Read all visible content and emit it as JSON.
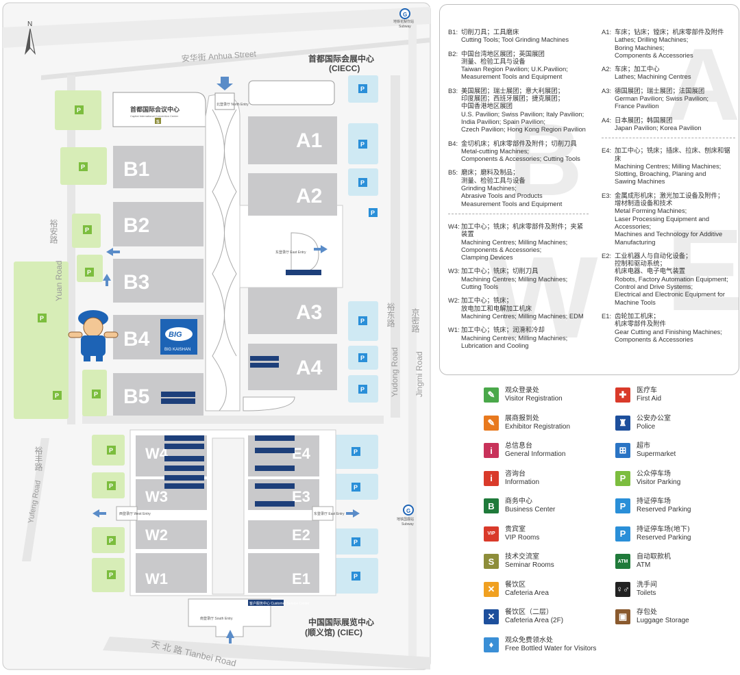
{
  "map": {
    "north": "N",
    "roads": {
      "anhua": "安华街 Anhua Street",
      "yuan_cn": "裕安路",
      "yuan_en": "Yuan Road",
      "yudong_cn": "裕东路",
      "yudong_en": "Yudong Road",
      "jingmi_cn": "京密路",
      "jingmi_en": "Jingmi Road",
      "yufeng_cn": "裕丰路",
      "yufeng_en": "Yufeng Road",
      "tianbei": "天 北 路 Tianbei Road"
    },
    "subway": [
      {
        "cn": "地铁花梨坎站",
        "en": "Subway"
      },
      {
        "cn": "地铁国展站",
        "en": "Subway"
      }
    ],
    "venues": {
      "ciecc_cn": "首都国际会展中心",
      "ciecc_en": "(CIECC)",
      "cicc_cn": "首都国际会议中心",
      "cicc_en": "Capital International Convention Center",
      "ciec_cn": "中国国际展览中心",
      "ciec_en": "(顺义馆) (CIEC)"
    },
    "entries": {
      "north": "北登录厅 North Entry",
      "east": "东登录厅 East Entry",
      "west": "西登录厅 West Entry",
      "east2": "东登录厅 East Entry",
      "south": "南登录厅 South Entry",
      "service": "客户服务中心 Customer Service Center"
    },
    "halls": [
      "A1",
      "A2",
      "A3",
      "A4",
      "B1",
      "B2",
      "B3",
      "B4",
      "B5",
      "W4",
      "W3",
      "W2",
      "W1",
      "E4",
      "E3",
      "E2",
      "E1"
    ],
    "big_logo": "BIG KAISHAN",
    "parking_label": "P",
    "seminar_label": "S"
  },
  "halls_left": [
    {
      "code": "B1:",
      "desc": "切削刀具；工具磨床\nCutting Tools; Tool Grinding Machines"
    },
    {
      "code": "B2:",
      "desc": "中国台湾地区展团；英国展团\n测量、检验工具与设备\nTaiwan Region Pavilion; U.K.Pavilion;\nMeasurement Tools and Equipment"
    },
    {
      "code": "B3:",
      "desc": "美国展团；瑞士展团；意大利展团；\n印度展团；西班牙展团；捷克展团；\n中国香港地区展团\nU.S. Pavilion; Swiss Pavilion; Italy Pavilion;\nIndia Pavilion; Spain Pavilion;\nCzech Pavilion; Hong Kong Region Pavilion"
    },
    {
      "code": "B4:",
      "desc": "金切机床；机床零部件及附件；切削刀具\nMetal-cutting Machines;\nComponents & Accessories; Cutting Tools"
    },
    {
      "code": "B5:",
      "desc": "磨床；磨料及制品；\n测量、检验工具与设备\nGrinding Machines;\nAbrasive Tools and Products\nMeasurement Tools and Equipment"
    },
    {
      "code": "W4:",
      "desc": "加工中心；铣床；机床零部件及附件；夹紧装置\nMachining Centres; Milling Machines;\nComponents & Accessories;\nClamping Devices"
    },
    {
      "code": "W3:",
      "desc": "加工中心；铣床；切削刀具\nMachining Centres; Milling Machines;\nCutting Tools"
    },
    {
      "code": "W2:",
      "desc": "加工中心；铣床；\n放电加工和电解加工机床\nMachining Centres; Milling Machines; EDM"
    },
    {
      "code": "W1:",
      "desc": "加工中心；铣床；润滑和冷却\nMachining Centres; Milling Machines;\nLubrication and Cooling"
    }
  ],
  "halls_right": [
    {
      "code": "A1:",
      "desc": "车床；钻床；镗床；机床零部件及附件\nLathes; Drilling Machines;\nBoring Machines;\nComponents & Accessories"
    },
    {
      "code": "A2:",
      "desc": "车床；加工中心\nLathes; Machining Centres"
    },
    {
      "code": "A3:",
      "desc": "德国展团；瑞士展团；法国展团\nGerman Pavilion; Swiss Pavilion;\nFrance Pavilion"
    },
    {
      "code": "A4:",
      "desc": "日本展团；韩国展团\nJapan Pavilion; Korea Pavilion"
    },
    {
      "code": "E4:",
      "desc": "加工中心；铣床；插床、拉床、刨床和锯床\nMachining Centres; Milling Machines;\nSlotting, Broaching, Planing and\nSawing Machines"
    },
    {
      "code": "E3:",
      "desc": "金属成形机床；激光加工设备及附件；\n增材制造设备和技术\nMetal Forming Machines;\nLaser Processing Equipment and\nAccessories;\nMachines and Technology for Additive\nManufacturing"
    },
    {
      "code": "E2:",
      "desc": "工业机器人与自动化设备；\n控制和驱动系统；\n机床电器、电子电气装置\nRobots, Factory Automation Equipment;\nControl and Drive Systems;\nElectrical and Electronic Equipment for\nMachine Tools"
    },
    {
      "code": "E1:",
      "desc": "齿轮加工机床；\n机床零部件及附件\nGear Cutting and Finishing Machines;\nComponents & Accessories"
    }
  ],
  "icons_left": [
    {
      "icon": "visitor-registration-icon",
      "glyph": "✎",
      "color": "#4aa84a",
      "cn": "观众登录处",
      "en": "Visitor Registration"
    },
    {
      "icon": "exhibitor-registration-icon",
      "glyph": "✎",
      "color": "#e8791e",
      "cn": "展商报到处",
      "en": "Exhibitor Registration"
    },
    {
      "icon": "general-information-icon",
      "glyph": "i",
      "color": "#c8325a",
      "cn": "总信息台",
      "en": "General Information"
    },
    {
      "icon": "information-icon",
      "glyph": "i",
      "color": "#d93a2a",
      "cn": "咨询台",
      "en": "Information"
    },
    {
      "icon": "business-center-icon",
      "glyph": "B",
      "color": "#1f7a3a",
      "cn": "商务中心",
      "en": "Business Center"
    },
    {
      "icon": "vip-rooms-icon",
      "glyph": "VIP",
      "color": "#d93a2a",
      "cn": "贵宾室",
      "en": "VIP Rooms"
    },
    {
      "icon": "seminar-rooms-icon",
      "glyph": "S",
      "color": "#8d8d3a",
      "cn": "技术交流室",
      "en": "Seminar Rooms"
    },
    {
      "icon": "cafeteria-icon",
      "glyph": "✕",
      "color": "#f0a020",
      "cn": "餐饮区",
      "en": "Cafeteria Area"
    },
    {
      "icon": "cafeteria-2f-icon",
      "glyph": "✕",
      "color": "#1d4f9c",
      "cn": "餐饮区（二层）",
      "en": "Cafeteria Area (2F)"
    },
    {
      "icon": "water-icon",
      "glyph": "♦",
      "color": "#3a8fd6",
      "cn": "观众免费领水处",
      "en": "Free Bottled Water for Visitors"
    }
  ],
  "icons_right": [
    {
      "icon": "first-aid-icon",
      "glyph": "✚",
      "color": "#d93a2a",
      "cn": "医疗车",
      "en": "First Aid"
    },
    {
      "icon": "police-icon",
      "glyph": "♜",
      "color": "#1d4f9c",
      "cn": "公安办公室",
      "en": "Police"
    },
    {
      "icon": "supermarket-icon",
      "glyph": "⊞",
      "color": "#2a74c4",
      "cn": "超市",
      "en": "Supermarket"
    },
    {
      "icon": "visitor-parking-icon",
      "glyph": "P",
      "color": "#7cbd3e",
      "cn": "公众停车场",
      "en": "Visitor Parking"
    },
    {
      "icon": "reserved-parking-icon",
      "glyph": "P",
      "color": "#2a8fd8",
      "cn": "持证停车场",
      "en": "Reserved Parking"
    },
    {
      "icon": "reserved-parking-underground-icon",
      "glyph": "P",
      "color": "#2a8fd8",
      "cn": "持证停车场(地下)",
      "en": "Reserved Parking"
    },
    {
      "icon": "atm-icon",
      "glyph": "ATM",
      "color": "#1f7a3a",
      "cn": "自动取款机",
      "en": "ATM"
    },
    {
      "icon": "toilets-icon",
      "glyph": "♀♂",
      "color": "#222",
      "cn": "洗手间",
      "en": "Toilets"
    },
    {
      "icon": "luggage-storage-icon",
      "glyph": "▣",
      "color": "#8a5a2e",
      "cn": "存包处",
      "en": "Luggage Storage"
    }
  ],
  "colors": {
    "hall": "#c9c9cb",
    "park_green": "#d7edb7",
    "park_blue": "#cfe9f3",
    "road": "#f2f2f2",
    "arrow": "#5a8cc8",
    "brand_blue": "#1d63b5"
  }
}
